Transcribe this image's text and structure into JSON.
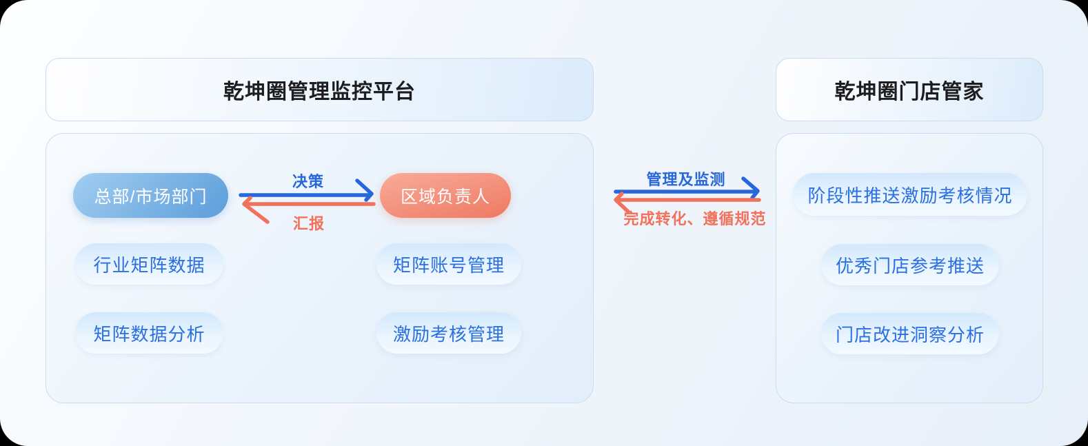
{
  "left_panel": {
    "title": "乾坤圈管理监控平台",
    "primary_actor": "总部/市场部门",
    "secondary_actor": "区域负责人",
    "flow_forward": "决策",
    "flow_backward": "汇报",
    "modules": [
      "行业矩阵数据",
      "矩阵数据分析",
      "矩阵账号管理",
      "激励考核管理"
    ]
  },
  "bridge": {
    "flow_forward": "管理及监测",
    "flow_backward": "完成转化、遵循规范"
  },
  "right_panel": {
    "title": "乾坤圈门店管家",
    "modules": [
      "阶段性推送激励考核情况",
      "优秀门店参考推送",
      "门店改进洞察分析"
    ]
  },
  "colors": {
    "arrow_blue": "#2766DB",
    "arrow_red": "#F3705B",
    "module_text": "#2B6FE0",
    "box_border": "#C8DCF5",
    "actor_blue_gradient_start": "#A2CEF0",
    "actor_blue_gradient_end": "#5C9DDB",
    "actor_red_gradient_start": "#F8AC9B",
    "actor_red_gradient_end": "#EE7961"
  }
}
